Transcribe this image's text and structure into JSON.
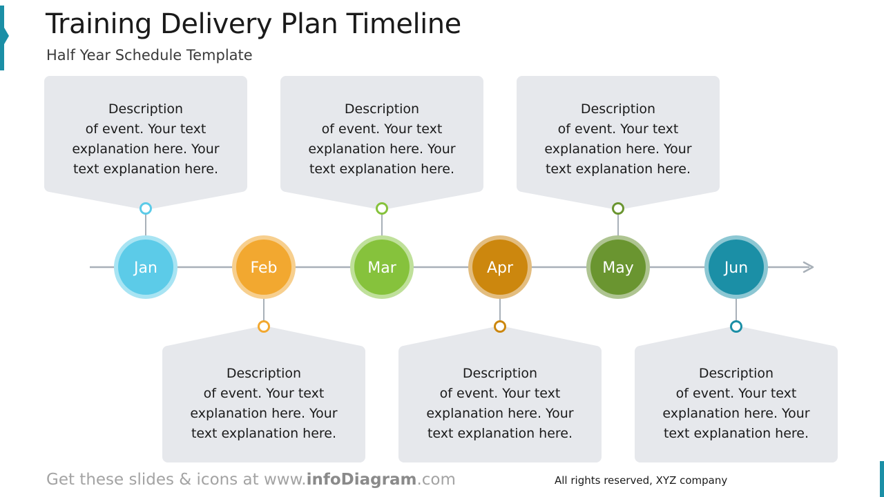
{
  "header": {
    "title": "Training Delivery Plan Timeline",
    "subtitle": "Half Year Schedule Template"
  },
  "colors": {
    "accent": "#1b8fa6",
    "callout_bg": "#e6e8ec",
    "axis": "#a8b0b8"
  },
  "timeline": {
    "months": [
      {
        "label": "Jan",
        "color": "#5ccbe8",
        "ring": "#a8e4f3",
        "position": "top",
        "description": [
          "Description",
          "of event. Your text",
          "explanation here. Your",
          "text explanation here."
        ]
      },
      {
        "label": "Feb",
        "color": "#f2a830",
        "ring": "#f7cf8e",
        "position": "bottom",
        "description": [
          "Description",
          "of event. Your text",
          "explanation here. Your",
          "text explanation here."
        ]
      },
      {
        "label": "Mar",
        "color": "#86c23c",
        "ring": "#bfe09a",
        "position": "top",
        "description": [
          "Description",
          "of event. Your text",
          "explanation here. Your",
          "text explanation here."
        ]
      },
      {
        "label": "Apr",
        "color": "#cc870e",
        "ring": "#e3bd7f",
        "position": "bottom",
        "description": [
          "Description",
          "of event. Your text",
          "explanation here. Your",
          "text explanation here."
        ]
      },
      {
        "label": "May",
        "color": "#6a9530",
        "ring": "#aec491",
        "position": "top",
        "description": [
          "Description",
          "of event. Your text",
          "explanation here. Your",
          "text explanation here."
        ]
      },
      {
        "label": "Jun",
        "color": "#1b8fa6",
        "ring": "#8cc7d3",
        "position": "bottom",
        "description": [
          "Description",
          "of event. Your text",
          "explanation here. Your",
          "text explanation here."
        ]
      }
    ]
  },
  "footer": {
    "promo_prefix": "Get these slides & icons at www.",
    "promo_brand": "infoDiagram",
    "promo_suffix": ".com",
    "rights": "All rights reserved, XYZ company"
  }
}
